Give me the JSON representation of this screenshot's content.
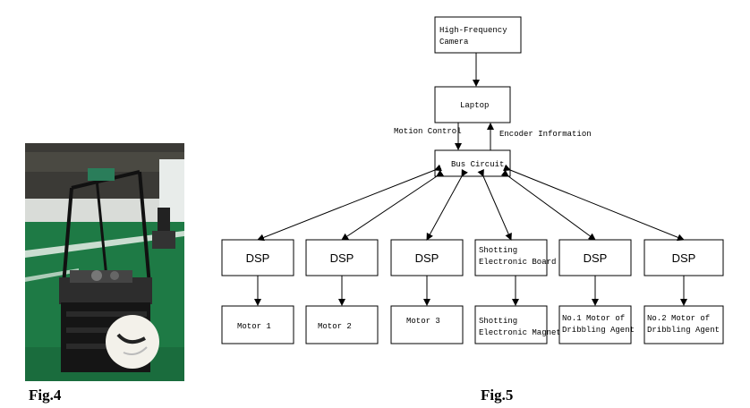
{
  "figures": {
    "fig4_label": "Fig.4",
    "fig5_label": "Fig.5"
  },
  "diagram": {
    "camera_lines": [
      "High-Frequency",
      "Camera"
    ],
    "laptop": "Laptop",
    "bus": "Bus Circuit",
    "motion_control": "Motion Control",
    "encoder_info": "Encoder Information",
    "dsp_label": "DSP",
    "shooting_board_lines": [
      "Shotting",
      "Electronic Board"
    ],
    "motors": [
      "Motor  1",
      "Motor 2",
      "Motor 3"
    ],
    "shooting_magnet_lines": [
      "Shotting",
      "Electronic Magnet"
    ],
    "dribble1_lines": [
      "No.1 Motor of",
      "Dribbling Agent"
    ],
    "dribble2_lines": [
      "No.2 Motor of",
      "Dribbling Agent"
    ]
  },
  "colors": {
    "field": "#1e7a45",
    "stroke": "#000000"
  }
}
